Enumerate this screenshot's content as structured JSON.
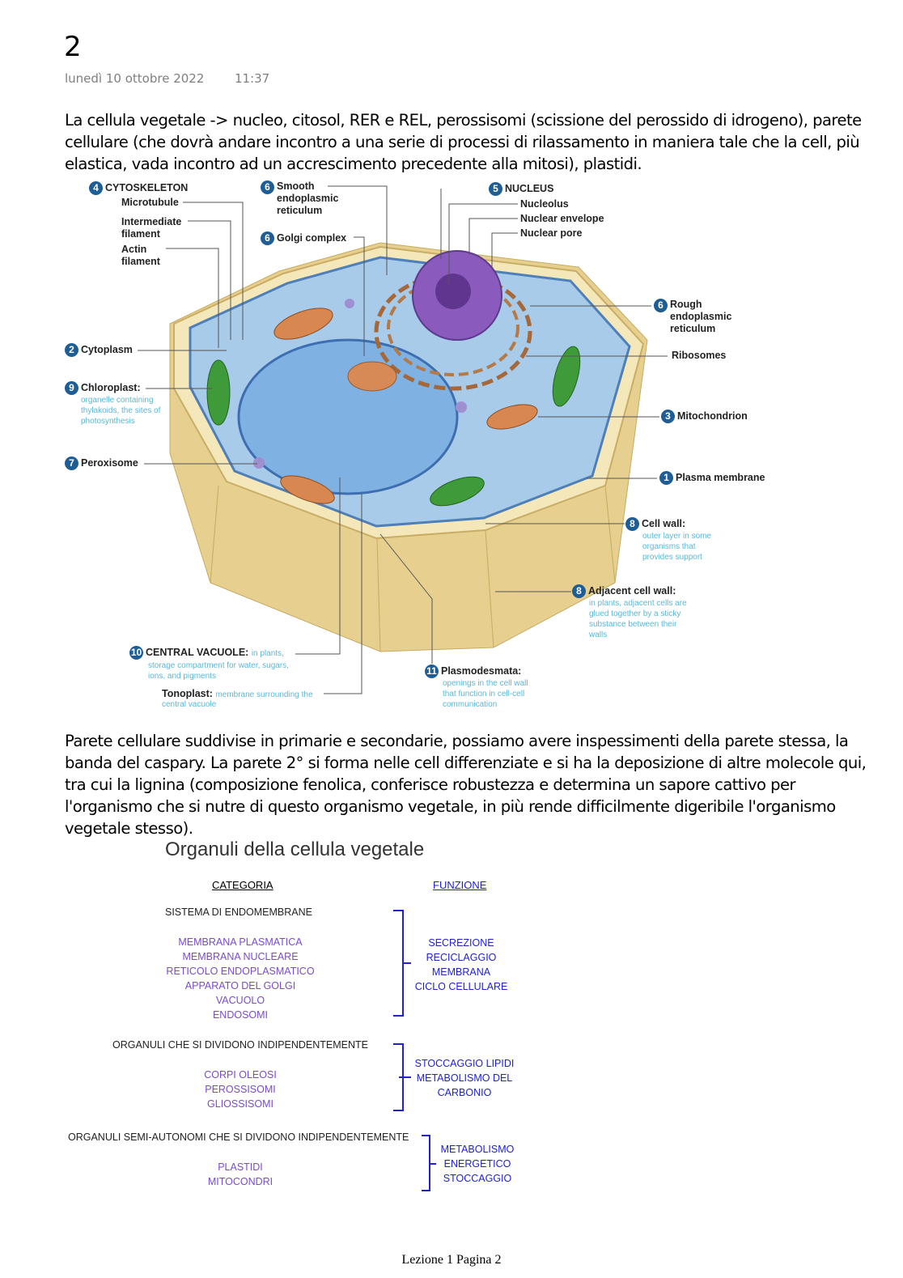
{
  "header": {
    "title": "2",
    "date": "lunedì 10 ottobre 2022",
    "time": "11:37"
  },
  "paragraphs": [
    "La cellula vegetale -> nucleo, citosol, RER e REL, perossisomi (scissione del perossido di idrogeno), parete cellulare (che dovrà andare incontro a una serie di processi di rilassamento in maniera tale che la cell, più elastica, vada incontro ad un accrescimento precedente alla mitosi), plastidi.",
    "Parete cellulare suddivise in primarie e secondarie, possiamo avere inspessimenti della parete stessa, la banda del caspary. La parete 2° si forma nelle cell differenziate e si ha la deposizione di altre molecole qui, tra cui la lignina (composizione fenolica, conferisce robustezza e determina un sapore cattivo per l'organismo che si nutre di questo organismo vegetale, in più rende difficilmente digeribile l'organismo vegetale stesso)."
  ],
  "diagram": {
    "cytoskeleton": {
      "num": "4",
      "label": "CYTOSKELETON",
      "microtubule": "Microtubule",
      "intermediate": "Intermediate filament",
      "actin": "Actin filament"
    },
    "ser": {
      "num": "6",
      "label": "Smooth endoplasmic reticulum"
    },
    "golgi": {
      "num": "6",
      "label": "Golgi complex"
    },
    "nucleus": {
      "num": "5",
      "label": "NUCLEUS",
      "nucleolus": "Nucleolus",
      "envelope": "Nuclear envelope",
      "pore": "Nuclear pore"
    },
    "rer": {
      "num": "6",
      "label": "Rough endoplasmic reticulum"
    },
    "ribosomes": {
      "label": "Ribosomes"
    },
    "cytoplasm": {
      "num": "2",
      "label": "Cytoplasm"
    },
    "chloroplast": {
      "num": "9",
      "label": "Chloroplast:",
      "desc": "organelle containing thylakoids, the sites of photosynthesis"
    },
    "peroxisome": {
      "num": "7",
      "label": "Peroxisome"
    },
    "mitochondrion": {
      "num": "3",
      "label": "Mitochondrion"
    },
    "plasma_membrane": {
      "num": "1",
      "label": "Plasma membrane"
    },
    "cell_wall": {
      "num": "8",
      "label": "Cell wall:",
      "desc": "outer layer in some organisms that provides support"
    },
    "adjacent_wall": {
      "num": "8",
      "label": "Adjacent cell wall:",
      "desc": "in plants, adjacent cells are glued together by a sticky substance between their walls"
    },
    "vacuole": {
      "num": "10",
      "label": "CENTRAL VACUOLE:",
      "desc1": "in plants,",
      "desc2": "storage compartment for water, sugars, ions, and pigments"
    },
    "tonoplast": {
      "label": "Tonoplast:",
      "desc1": "membrane surrounding the",
      "desc2": "central vacuole"
    },
    "plasmodesmata": {
      "num": "11",
      "label": "Plasmodesmata:",
      "desc": "openings in the cell wall that function in cell-cell communication"
    }
  },
  "table": {
    "title": "Organuli della cellula vegetale",
    "col_category": "CATEGORIA",
    "col_function": "FUNZIONE",
    "groups": [
      {
        "category": "SISTEMA DI ENDOMEMBRANE",
        "items": [
          "MEMBRANA PLASMATICA",
          "MEMBRANA NUCLEARE",
          "RETICOLO ENDOPLASMATICO",
          "APPARATO DEL GOLGI",
          "VACUOLO",
          "ENDOSOMI"
        ],
        "functions": [
          "SECREZIONE",
          "RECICLAGGIO",
          "MEMBRANA",
          "CICLO CELLULARE"
        ]
      },
      {
        "category": "ORGANULI CHE SI DIVIDONO INDIPENDENTEMENTE",
        "items": [
          "CORPI OLEOSI",
          "PEROSSISOMI",
          "GLIOSSISOMI"
        ],
        "functions": [
          "STOCCAGGIO LIPIDI",
          "METABOLISMO DEL",
          "CARBONIO"
        ]
      },
      {
        "category": "ORGANULI SEMI-AUTONOMI CHE SI DIVIDONO INDIPENDENTEMENTE",
        "items": [
          "PLASTIDI",
          "MITOCONDRI"
        ],
        "functions": [
          "METABOLISMO",
          "ENERGETICO",
          "STOCCAGGIO"
        ]
      }
    ]
  },
  "footer": "Lezione 1 Pagina 2"
}
